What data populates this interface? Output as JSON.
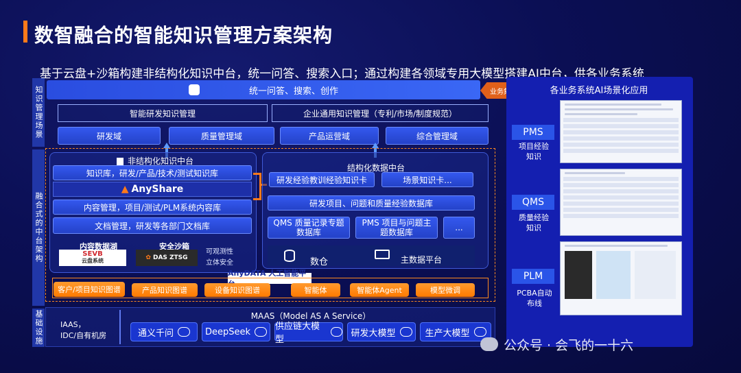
{
  "title": "数智融合的智能知识管理方案架构",
  "subtitle": "基于云盘+沙箱构建非结构化知识中台，统一问答、搜索入口；通过构建各领域专用大模型搭建AI中台，供各业务系统",
  "side_labels": {
    "scene": "知识管理场景",
    "middle": "融合式的中台架构",
    "base": "基础设施"
  },
  "top_bar": "统一问答、搜索、创作",
  "integration_label": "业务集成",
  "scene_boxes": {
    "rd_mgmt": "智能研发知识管理",
    "enterprise": "企业通用知识管理（专利/市场/制度规范）"
  },
  "domains": [
    "研发域",
    "质量管理域",
    "产品运营域",
    "综合管理域"
  ],
  "unstructured": {
    "title": "非结构化知识中台",
    "rows": [
      "知识库，研发/产品/技术/测试知识库",
      "内容管理，项目/测试/PLM系统内容库",
      "文档管理，研发等各部门文档库"
    ],
    "anyshare": "AnyShare",
    "data_lake": "内容数据湖",
    "sandbox": "安全沙箱",
    "seva_logo": "SEVB",
    "seva_sub": "云盘系统",
    "das_logo": "DAS ZTSG",
    "observable": "可观测性",
    "stereo_security": "立体安全"
  },
  "structured": {
    "title": "结构化数据中台",
    "items": [
      "研发经验教训经验知识卡",
      "场景知识卡..."
    ],
    "db_row": "研发项目、问题和质量经验数据库",
    "qms_db": "QMS 质量记录专题数据库",
    "pms_db": "PMS 项目与问题主题数据库",
    "more": "...",
    "shucang": "数仓",
    "master_data": "主数据平台"
  },
  "anydata_label": "AnyDATA 人工智能平台",
  "ai_items": [
    "客户/项目知识图谱",
    "产品知识图谱",
    "设备知识图谱",
    "智能体",
    "智能体Agent",
    "模型微调"
  ],
  "base": {
    "iaas": "IAAS，",
    "idc": "IDC/自有机房",
    "maas": "MAAS（Model AS A Service）",
    "models": [
      "通义千问",
      "DeepSeek",
      "供应链大模型",
      "研发大模型",
      "生产大模型"
    ]
  },
  "right_panel": {
    "title": "各业务系统AI场景化应用",
    "apps": [
      {
        "name": "PMS",
        "desc": "项目经验知识"
      },
      {
        "name": "QMS",
        "desc": "质量经验知识"
      },
      {
        "name": "PLM",
        "desc": "PCBA自动布线"
      }
    ]
  },
  "watermark": "公众号 · 会飞的一十六",
  "colors": {
    "accent_orange": "#ff7a1a",
    "primary_blue": "#2a4de0",
    "background": "#0b0f55"
  }
}
